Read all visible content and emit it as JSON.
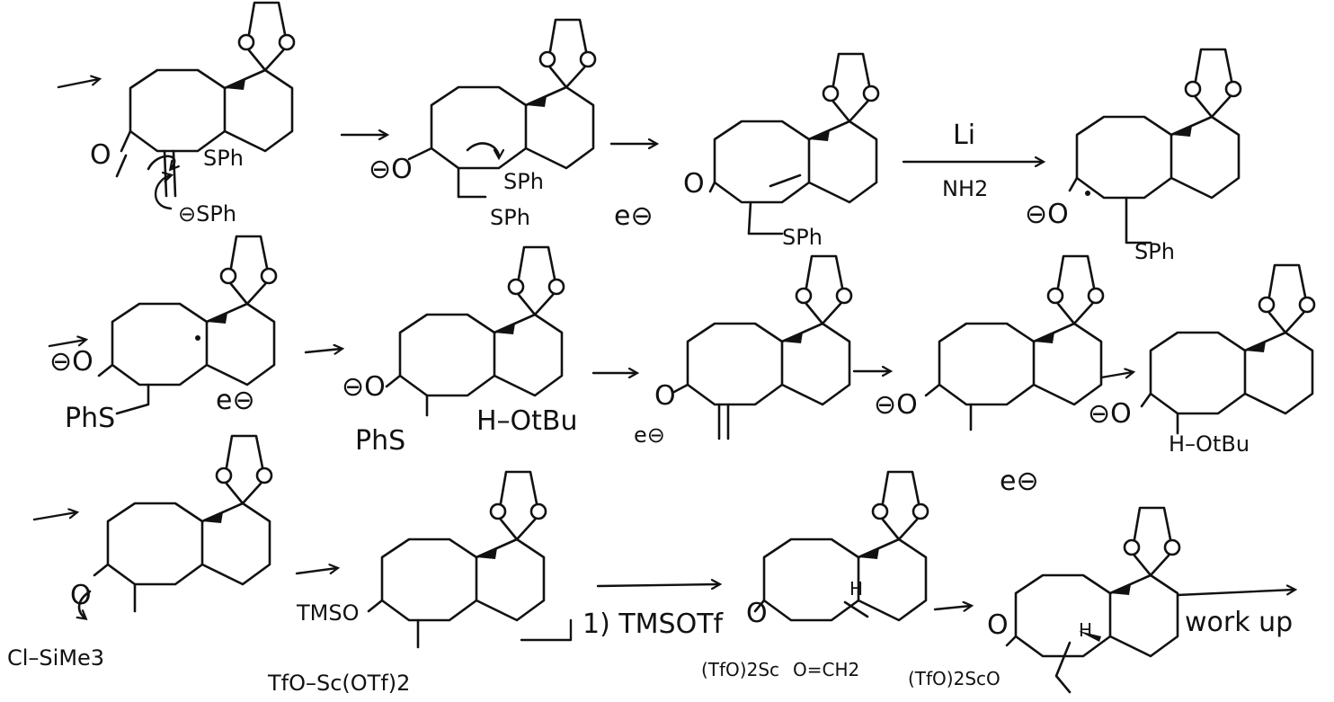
{
  "colors": {
    "ink": "#111111",
    "paper": "#ffffff"
  },
  "row1": {
    "m1_ketone_o": "O",
    "m1_sph": "SPh",
    "m1_nucleophile": "⊖SPh",
    "m2_enolate_o": "⊖O",
    "m2_sph_ring": "SPh",
    "m2_sph_chain": "SPh",
    "m3_electron": "e⊖",
    "m3_o": "O",
    "m3_sph": "SPh",
    "reagent_top": "Li",
    "reagent_bottom": "NH2",
    "m4_enolate_o": "⊖O",
    "m4_sph": "SPh"
  },
  "row2": {
    "m5_enolate_o": "⊖O",
    "m5_phs": "PhS",
    "m5_electron": "e⊖",
    "m6_enolate_o": "⊖O",
    "m6_phs": "PhS",
    "m6_h_otbu": "H–OtBu",
    "m7_o": "O",
    "m7_electron": "e⊖",
    "m8_enolate_o": "⊖O",
    "m8_electron": "e⊖",
    "m9_enolate_o": "⊖O",
    "m9_h_otbu": "H–OtBu"
  },
  "row3": {
    "m10_o": "O",
    "m10_reagent": "Cl–SiMe3",
    "m11_tmso": "TMSO",
    "m11_lewis_acid": "TfO–Sc(OTf)2",
    "step_label": "1) TMSOTf",
    "m12_o": "O",
    "m12_sc": "(TfO)2Sc",
    "m12_formaldehyde": "O=CH2",
    "m12_h": "H",
    "m13_o": "O",
    "m13_sc_o": "(TfO)2ScO",
    "m13_h": "H",
    "workup": "work up"
  }
}
